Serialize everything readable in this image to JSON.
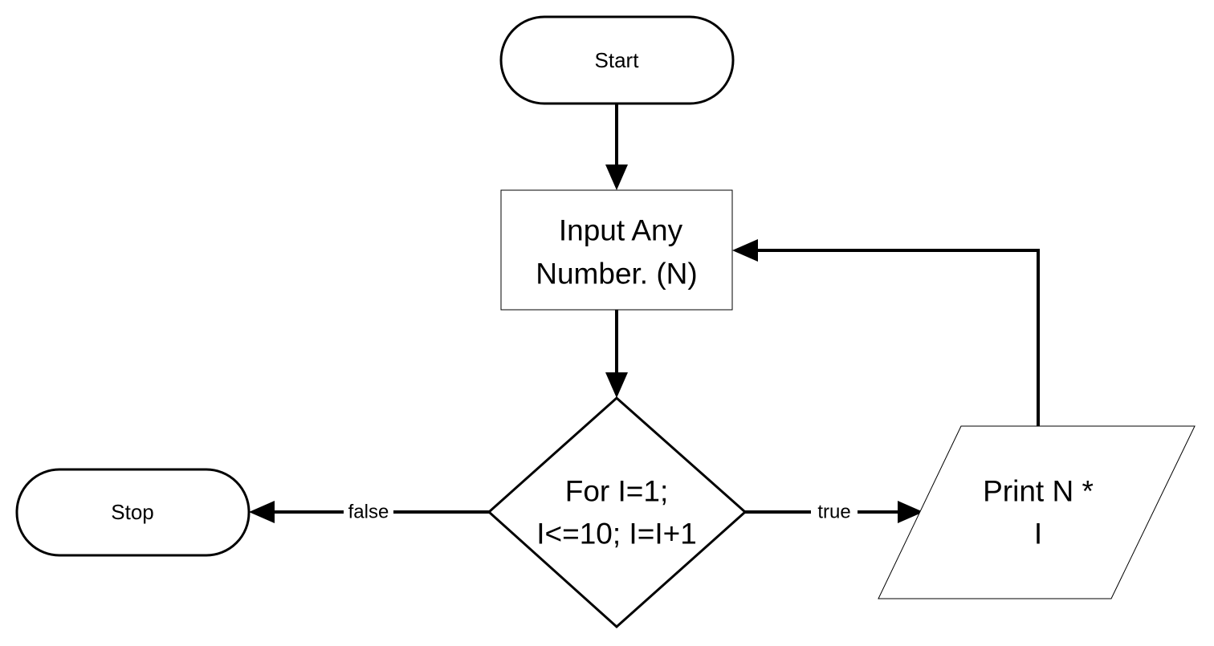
{
  "diagram": {
    "nodes": {
      "start": {
        "label": "Start",
        "shape": "terminator"
      },
      "input": {
        "line1": "Input Any",
        "line2": "Number. (N)",
        "shape": "process"
      },
      "loop": {
        "line1": "For I=1;",
        "line2": "I<=10; I=I+1",
        "shape": "decision"
      },
      "print": {
        "line1": "Print N *",
        "line2": "I",
        "shape": "data"
      },
      "stop": {
        "label": "Stop",
        "shape": "terminator"
      }
    },
    "edges": {
      "true_label": "true",
      "false_label": "false"
    },
    "colors": {
      "stroke": "#000000",
      "fill": "#ffffff",
      "background": "#ffffff"
    }
  }
}
